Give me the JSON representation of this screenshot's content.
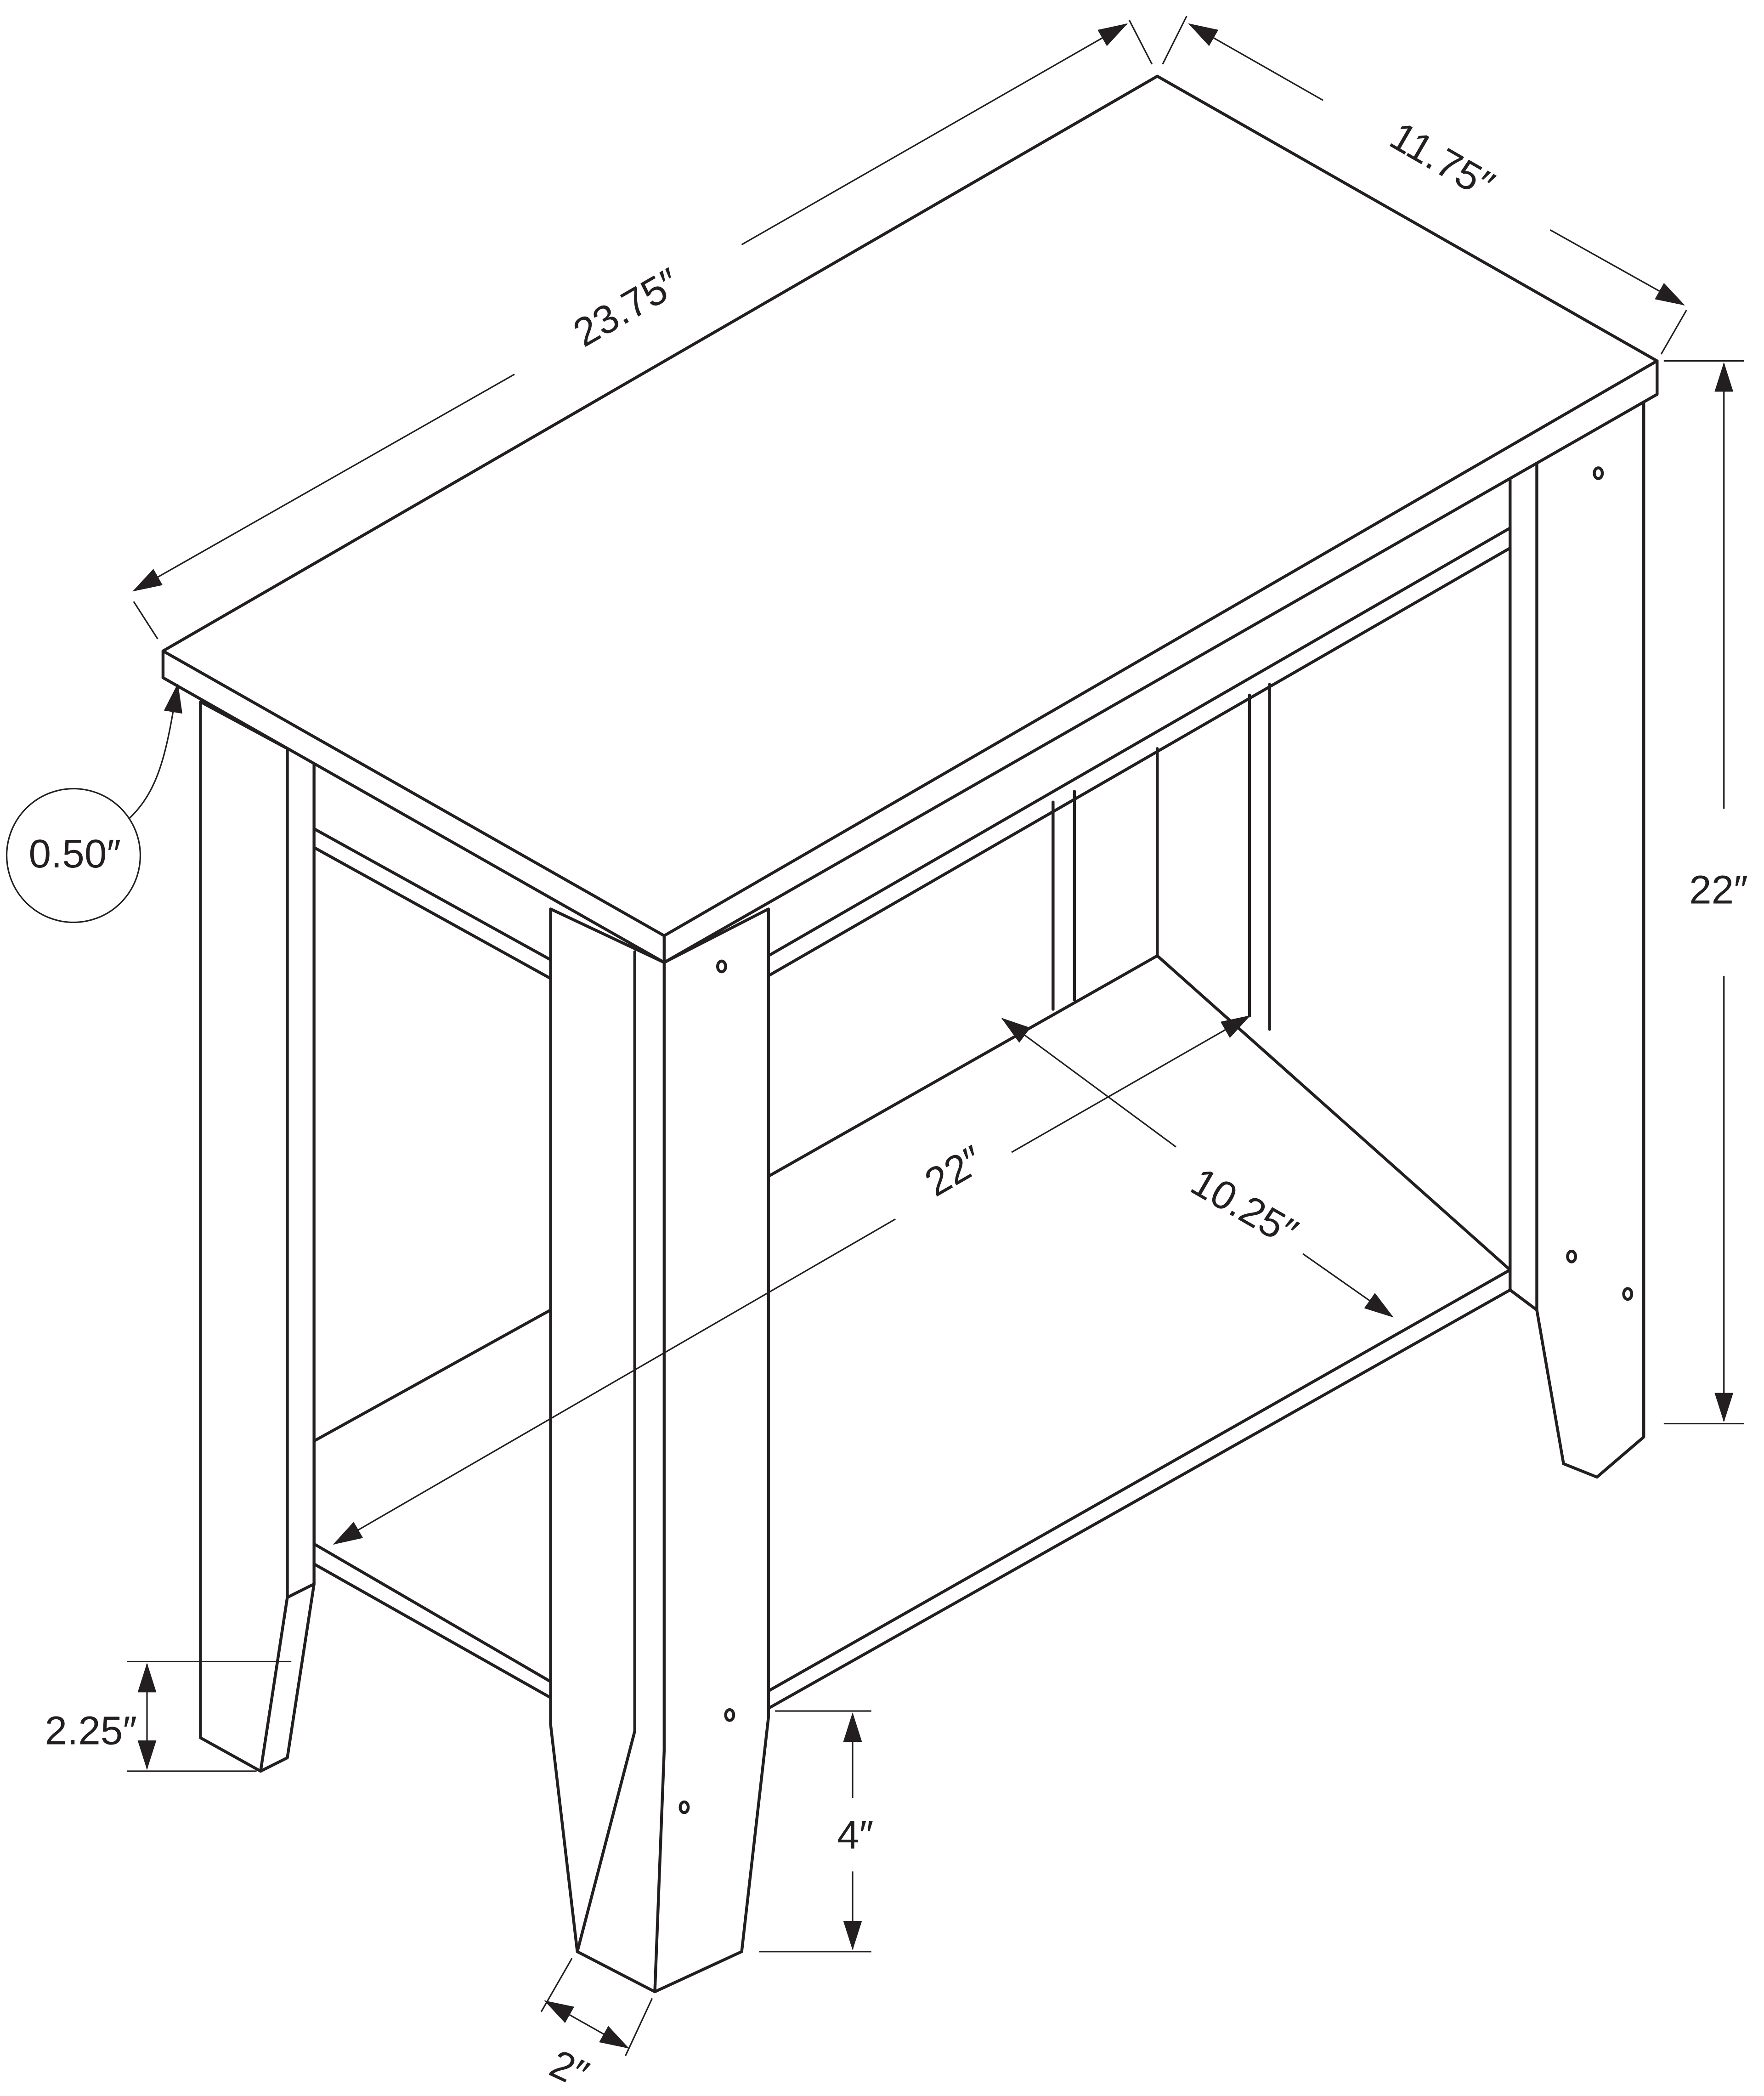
{
  "diagram": {
    "line_color": "#231f20",
    "background": "#ffffff",
    "dimensions": {
      "top_length": "23.75″",
      "top_depth": "11.75″",
      "overall_height": "22″",
      "top_thickness": "0.50″",
      "shelf_length": "22″",
      "shelf_depth": "10.25″",
      "rear_leg_taper": "2.25″",
      "shelf_clearance": "4″",
      "leg_width": "2″"
    }
  }
}
